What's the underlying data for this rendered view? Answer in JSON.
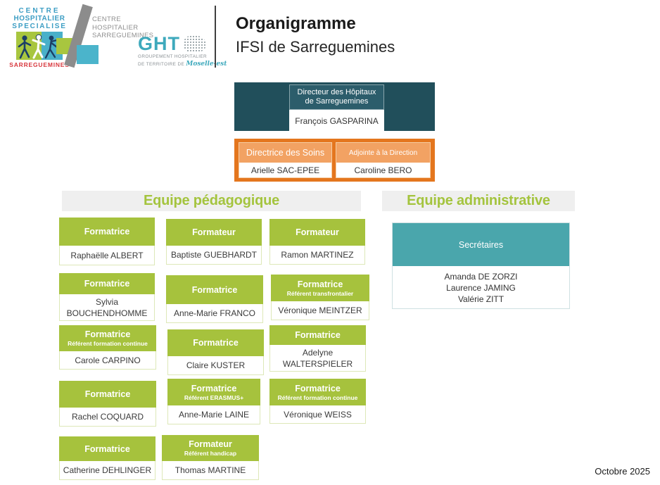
{
  "logos": {
    "chs": {
      "line1": "CENTRE",
      "line2": "HOSPITALIER",
      "line3": "SPECIALISE",
      "city": "SARREGUEMINES"
    },
    "ch": {
      "line1": "CENTRE",
      "line2": "HOSPITALIER",
      "line3": "SARREGUEMINES"
    },
    "ght": {
      "acronym": "GHT",
      "tagline1": "GROUPEMENT HOSPITALIER",
      "tagline2": "DE TERRITOIRE DE ",
      "territory": "Moselle-est",
      "map_icon": "dotted-territory-map-icon"
    }
  },
  "title": {
    "main": "Organigramme",
    "sub": "IFSI de Sarreguemines"
  },
  "direction": {
    "director": {
      "role": "Directeur des Hôpitaux de Sarreguemines",
      "name": "François GASPARINA"
    },
    "deputies": [
      {
        "role": "Directrice des Soins",
        "name": "Arielle SAC-EPEE"
      },
      {
        "role": "Adjointe à la Direction",
        "name": "Caroline BERO"
      }
    ]
  },
  "sections": {
    "pedagogique": "Equipe pédagogique",
    "administrative": "Equipe administrative"
  },
  "pedagogique": [
    {
      "role": "Formatrice",
      "name": "Raphaëlle ALBERT"
    },
    {
      "role": "Formateur",
      "name": "Baptiste GUEBHARDT"
    },
    {
      "role": "Formateur",
      "name": "Ramon MARTINEZ"
    },
    {
      "role": "Formatrice",
      "name": "Sylvia BOUCHENDHOMME"
    },
    {
      "role": "Formatrice",
      "name": "Anne-Marie FRANCO"
    },
    {
      "role": "Formatrice",
      "subtitle": "Référent transfrontalier",
      "name": "Véronique MEINTZER"
    },
    {
      "role": "Formatrice",
      "subtitle": "Référent formation continue",
      "name": "Carole CARPINO"
    },
    {
      "role": "Formatrice",
      "name": "Claire KUSTER"
    },
    {
      "role": "Formatrice",
      "name": "Adelyne WALTERSPIELER"
    },
    {
      "role": "Formatrice",
      "name": "Rachel COQUARD"
    },
    {
      "role": "Formatrice",
      "subtitle": "Référent ERASMUS+",
      "name": "Anne-Marie LAINE"
    },
    {
      "role": "Formatrice",
      "subtitle": "Référent formation continue",
      "name": "Véronique WEISS"
    },
    {
      "role": "Formatrice",
      "name": "Catherine DEHLINGER"
    },
    {
      "role": "Formateur",
      "subtitle": "Référent handicap",
      "name": "Thomas MARTINE"
    }
  ],
  "administrative": {
    "role": "Secrétaires",
    "members": [
      "Amanda DE ZORZI",
      "Laurence JAMING",
      "Valérie ZITT"
    ]
  },
  "footer": {
    "date": "Octobre 2025"
  },
  "colors": {
    "green": "#A6C23D",
    "dark_teal_band": "#214F5B",
    "orange_band": "#E4761E",
    "light_orange_header": "#F2A263",
    "secretaries_teal": "#4AA6AC",
    "section_header_bg": "#EFEFEF",
    "section_title_green": "#A4C43E"
  }
}
